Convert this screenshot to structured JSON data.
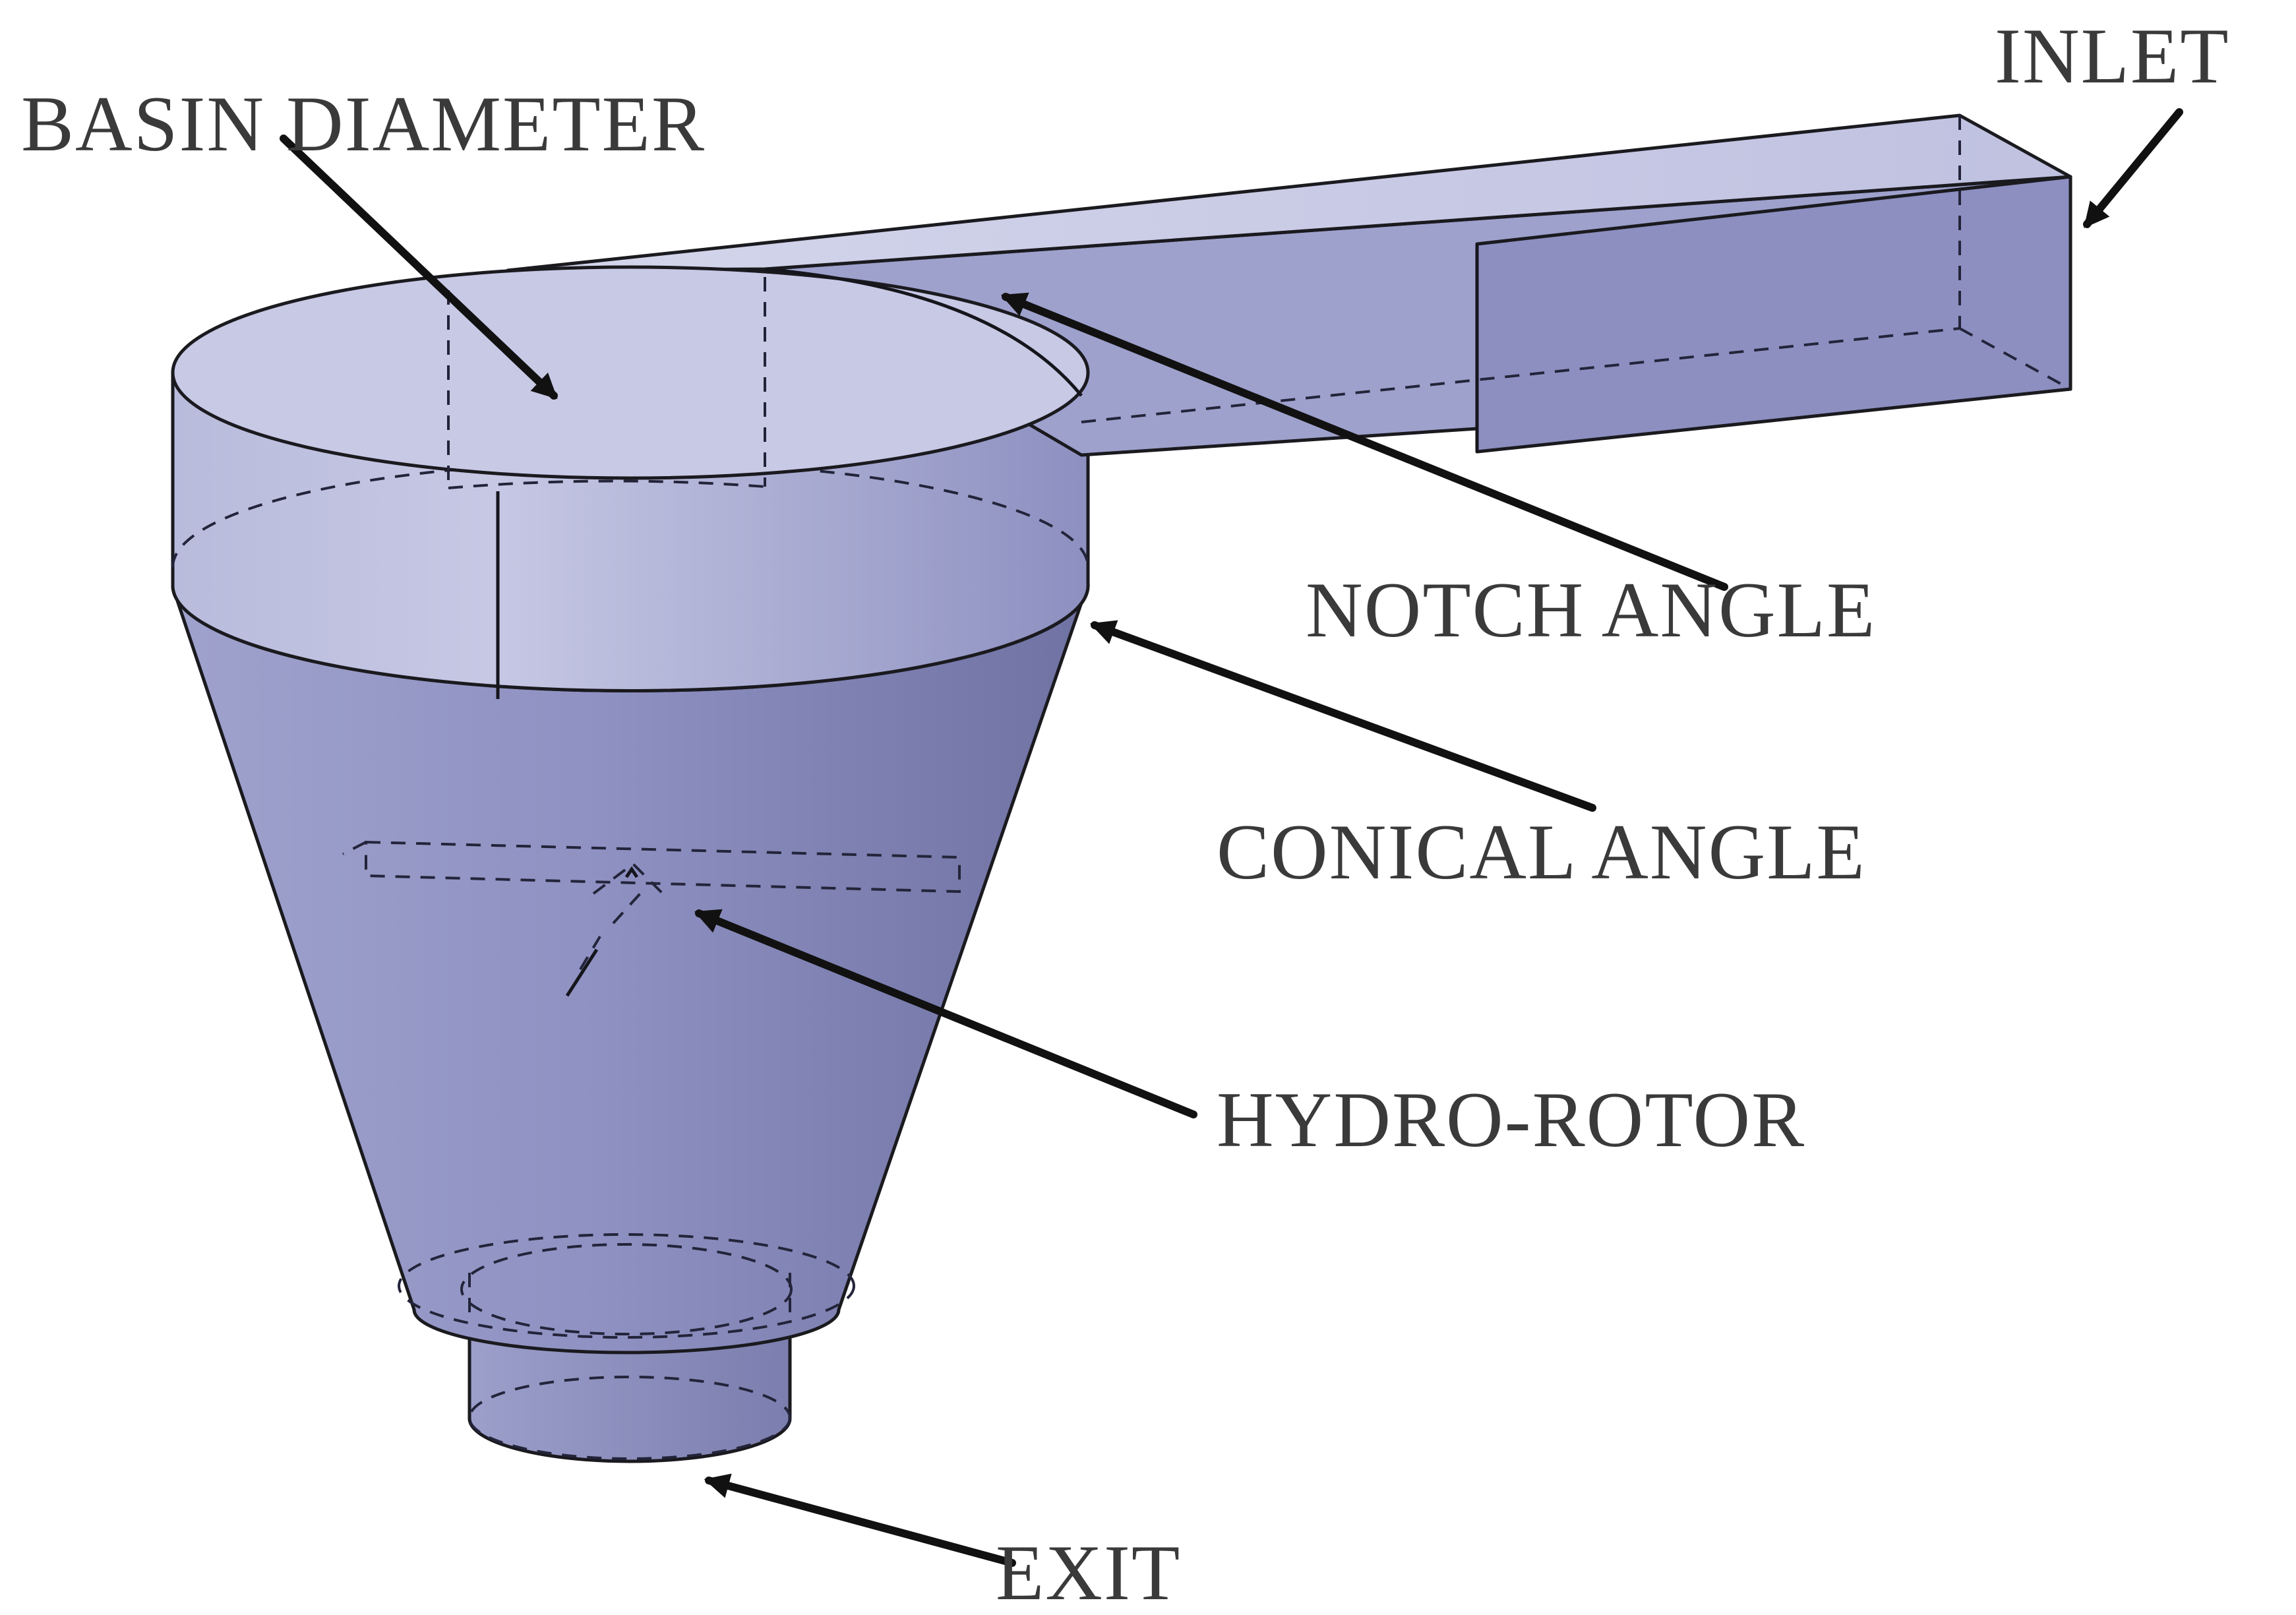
{
  "labels": {
    "inlet": "INLET",
    "basin_diameter": "BASIN DIAMETER",
    "notch_angle": "NOTCH ANGLE",
    "conical_angle": "CONICAL ANGLE",
    "hydro_rotor": "HYDRO-ROTOR",
    "exit": "EXIT"
  },
  "colors": {
    "body_light": "#c9cbe6",
    "body_mid": "#a3a6cf",
    "body_dark": "#787aa8",
    "outline": "#1a1a1f",
    "label_text": "#3a3a3a",
    "arrow": "#111111"
  }
}
